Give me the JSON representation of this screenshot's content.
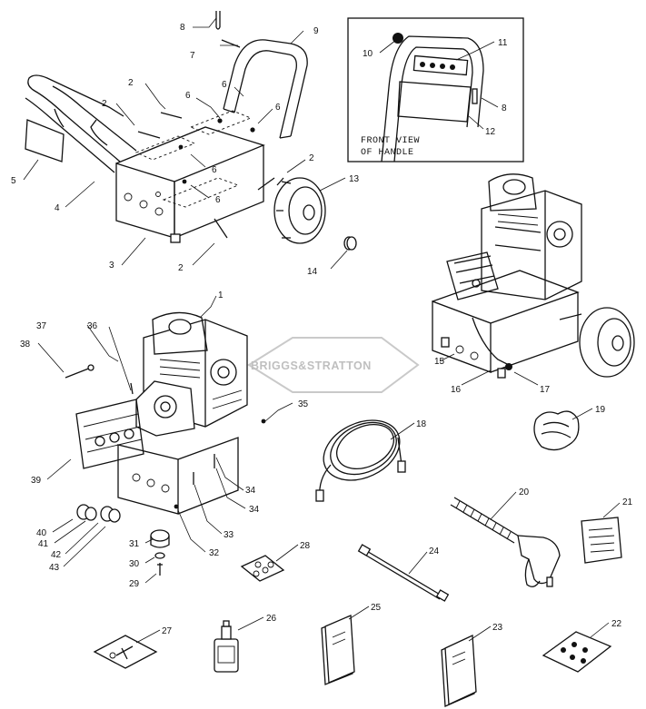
{
  "watermark": "BRIGGS&STRATTON",
  "inset": {
    "caption_line1": "FRONT VIEW",
    "caption_line2": "OF HANDLE"
  },
  "callouts": {
    "c1": "1",
    "c2": "2",
    "c3": "3",
    "c4": "4",
    "c5": "5",
    "c6": "6",
    "c7": "7",
    "c8": "8",
    "c9": "9",
    "c10": "10",
    "c11": "11",
    "c12": "12",
    "c13": "13",
    "c14": "14",
    "c15": "15",
    "c16": "16",
    "c17": "17",
    "c18": "18",
    "c19": "19",
    "c20": "20",
    "c21": "21",
    "c22": "22",
    "c23": "23",
    "c24": "24",
    "c25": "25",
    "c26": "26",
    "c27": "27",
    "c28": "28",
    "c29": "29",
    "c30": "30",
    "c31": "31",
    "c32": "32",
    "c33": "33",
    "c34": "34",
    "c35": "35",
    "c36": "36",
    "c37": "37",
    "c38": "38",
    "c39": "39",
    "c40": "40",
    "c41": "41",
    "c42": "42",
    "c43": "43"
  }
}
